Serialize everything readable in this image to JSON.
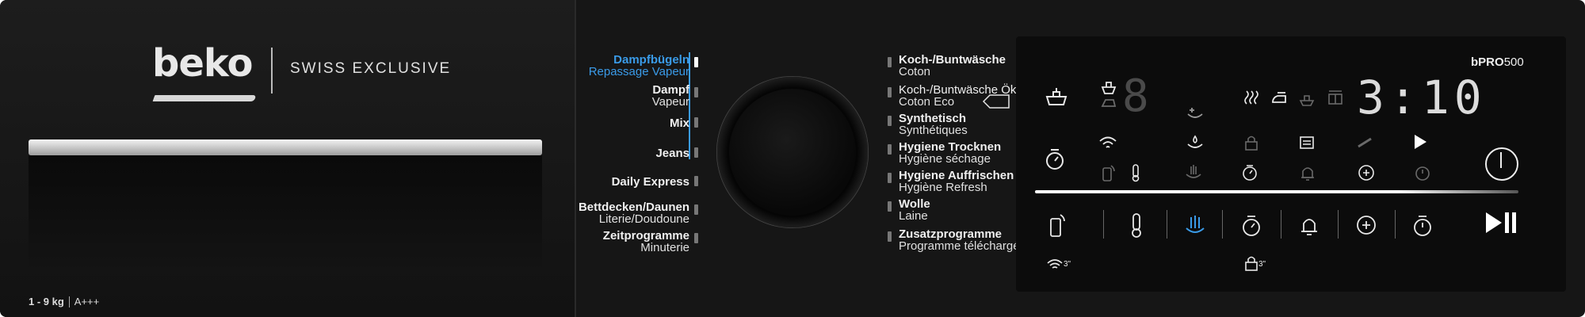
{
  "brand": {
    "name": "beko",
    "series": "SWISS EXCLUSIVE"
  },
  "capacity": {
    "range": "1 - 9 kg",
    "energy": "A+++"
  },
  "model": {
    "prefix": "b",
    "name": "PRO",
    "number": "500"
  },
  "display": {
    "time": "3:10",
    "segment_digit": "8"
  },
  "programs_left": [
    {
      "de": "Dampfbügeln",
      "fr": "Repassage Vapeur",
      "selected": true
    },
    {
      "de": "Dampf",
      "fr": "Vapeur",
      "selected": false
    },
    {
      "de": "Mix",
      "fr": "",
      "selected": false
    },
    {
      "de": "Jeans",
      "fr": "",
      "selected": false
    },
    {
      "de": "Daily Express",
      "fr": "",
      "selected": false
    },
    {
      "de": "Bettdecken/Daunen",
      "fr": "Literie/Doudoune",
      "selected": false
    },
    {
      "de": "Zeitprogramme",
      "fr": "Minuterie",
      "selected": false
    }
  ],
  "programs_right": [
    {
      "de": "Koch-/Buntwäsche",
      "fr": "Coton"
    },
    {
      "de": "Koch-/Buntwäsche Öko",
      "fr": "Coton Eco"
    },
    {
      "de": "Synthetisch",
      "fr": "Synthétiques"
    },
    {
      "de": "Hygiene Trocknen",
      "fr": "Hygiène séchage"
    },
    {
      "de": "Hygiene Auffrischen",
      "fr": "Hygiène Refresh"
    },
    {
      "de": "Wolle",
      "fr": "Laine"
    },
    {
      "de": "Zusatzprogramme",
      "fr": "Programme téléchargé"
    }
  ],
  "buttons": {
    "wifi_hold": "3\"",
    "lock_hold": "3\""
  },
  "colors": {
    "accent": "#3a9be8",
    "panel": "#161616",
    "text": "#f0f0f0"
  }
}
